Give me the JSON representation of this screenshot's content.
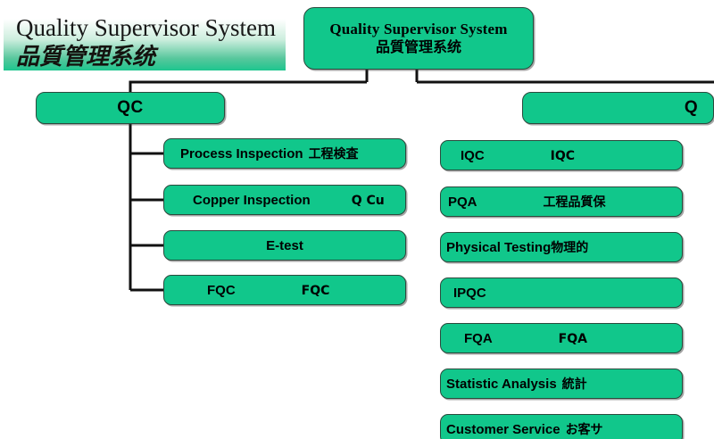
{
  "banner": {
    "title_en": "Quality Supervisor System",
    "title_cn": "品質管理系统"
  },
  "root": {
    "line1": "Quality Supervisor System",
    "line2": "品質管理系统"
  },
  "branches": [
    {
      "id": "qc",
      "label": "QC"
    },
    {
      "id": "qa",
      "label": "Q"
    }
  ],
  "left_column": [
    {
      "id": "process-inspection",
      "en": "Process Inspection",
      "cn": "工程検査"
    },
    {
      "id": "copper-inspection",
      "en": "Copper Inspection",
      "cn": "Q Cu"
    },
    {
      "id": "e-test",
      "en": "E-test",
      "cn": ""
    },
    {
      "id": "fqc",
      "en": "FQC",
      "cn": "FQC"
    }
  ],
  "right_column": [
    {
      "id": "iqc",
      "en": "IQC",
      "cn": "IQC"
    },
    {
      "id": "pqa",
      "en": "PQA",
      "cn": "工程品質保"
    },
    {
      "id": "physical-testing",
      "en": "Physical Testing",
      "cn": "物理的"
    },
    {
      "id": "ipqc",
      "en": "IPQC",
      "cn": ""
    },
    {
      "id": "fqa",
      "en": "FQA",
      "cn": "FQA"
    },
    {
      "id": "statistic-analysis",
      "en": "Statistic Analysis",
      "cn": "統計"
    },
    {
      "id": "customer-service",
      "en": "Customer Service",
      "cn": "お客サ"
    }
  ],
  "colors": {
    "node_fill": "#11c78b",
    "node_border": "#2b4a3d",
    "banner_green": "#1ec68f",
    "connector": "#111111",
    "text": "#000000"
  }
}
